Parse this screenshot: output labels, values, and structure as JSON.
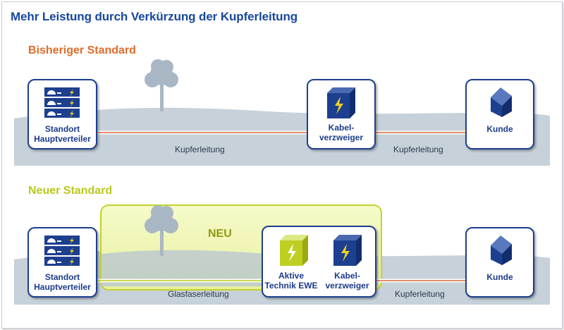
{
  "title": "Mehr Leistung durch Verkürzung der Kupferleitung",
  "sections": {
    "old": {
      "heading": "Bisheriger Standard",
      "nodes": {
        "hv": [
          "Standort",
          "Hauptverteiler"
        ],
        "kvz": [
          "Kabel-",
          "verzweiger"
        ],
        "kunde": "Kunde"
      },
      "links": [
        "Kupferleitung",
        "Kupferleitung"
      ]
    },
    "new": {
      "heading": "Neuer Standard",
      "badge": "NEU",
      "nodes": {
        "hv": [
          "Standort",
          "Hauptverteiler"
        ],
        "aktiv": [
          "Aktive",
          "Technik EWE"
        ],
        "kvz": [
          "Kabel-",
          "verzweiger"
        ],
        "kunde": "Kunde"
      },
      "links": [
        "Glasfaserleitung",
        "Kupferleitung"
      ]
    }
  },
  "colors": {
    "title": "#17479e",
    "old_heading": "#de6b2b",
    "new_heading": "#b9c81c",
    "copper": "#d9683a",
    "fiber": "#c8d63a",
    "node_blue": "#1c3f8f",
    "ground": "#c6d1da"
  },
  "icons": [
    "server-rack-icon",
    "lightning-cabinet-icon",
    "house-icon",
    "tree-icon"
  ]
}
